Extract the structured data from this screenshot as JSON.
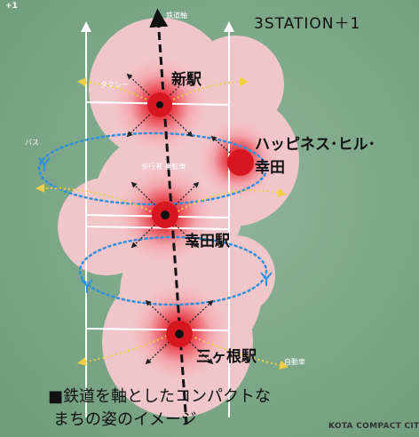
{
  "title": "3STATION＋1",
  "stations": {
    "new": "新駅",
    "happiness_line1": "ハッピネス･ヒル･",
    "happiness_line2": "幸田",
    "kota": "幸田駅",
    "mikawa": "三ヶ根駅"
  },
  "caption": {
    "line1": "■鉄道を軸としたコンパクトな",
    "line2": "まちの姿のイメージ"
  },
  "brand": "KOTA COMPACT CITY",
  "small_labels": {
    "railway": "鉄道軸",
    "taxi": "タクシー",
    "bus": "バス",
    "walk_bike": "歩行者 自転車",
    "car": "自動車",
    "corner": "+1"
  },
  "colors": {
    "background": "#7aa586",
    "zone": "#f6c8cd",
    "station_core": "#d8161f",
    "taxi_dotted": "#f0d040",
    "bus_dotted": "#2e8fe0",
    "railway": "#111111",
    "road": "#ffffff"
  }
}
